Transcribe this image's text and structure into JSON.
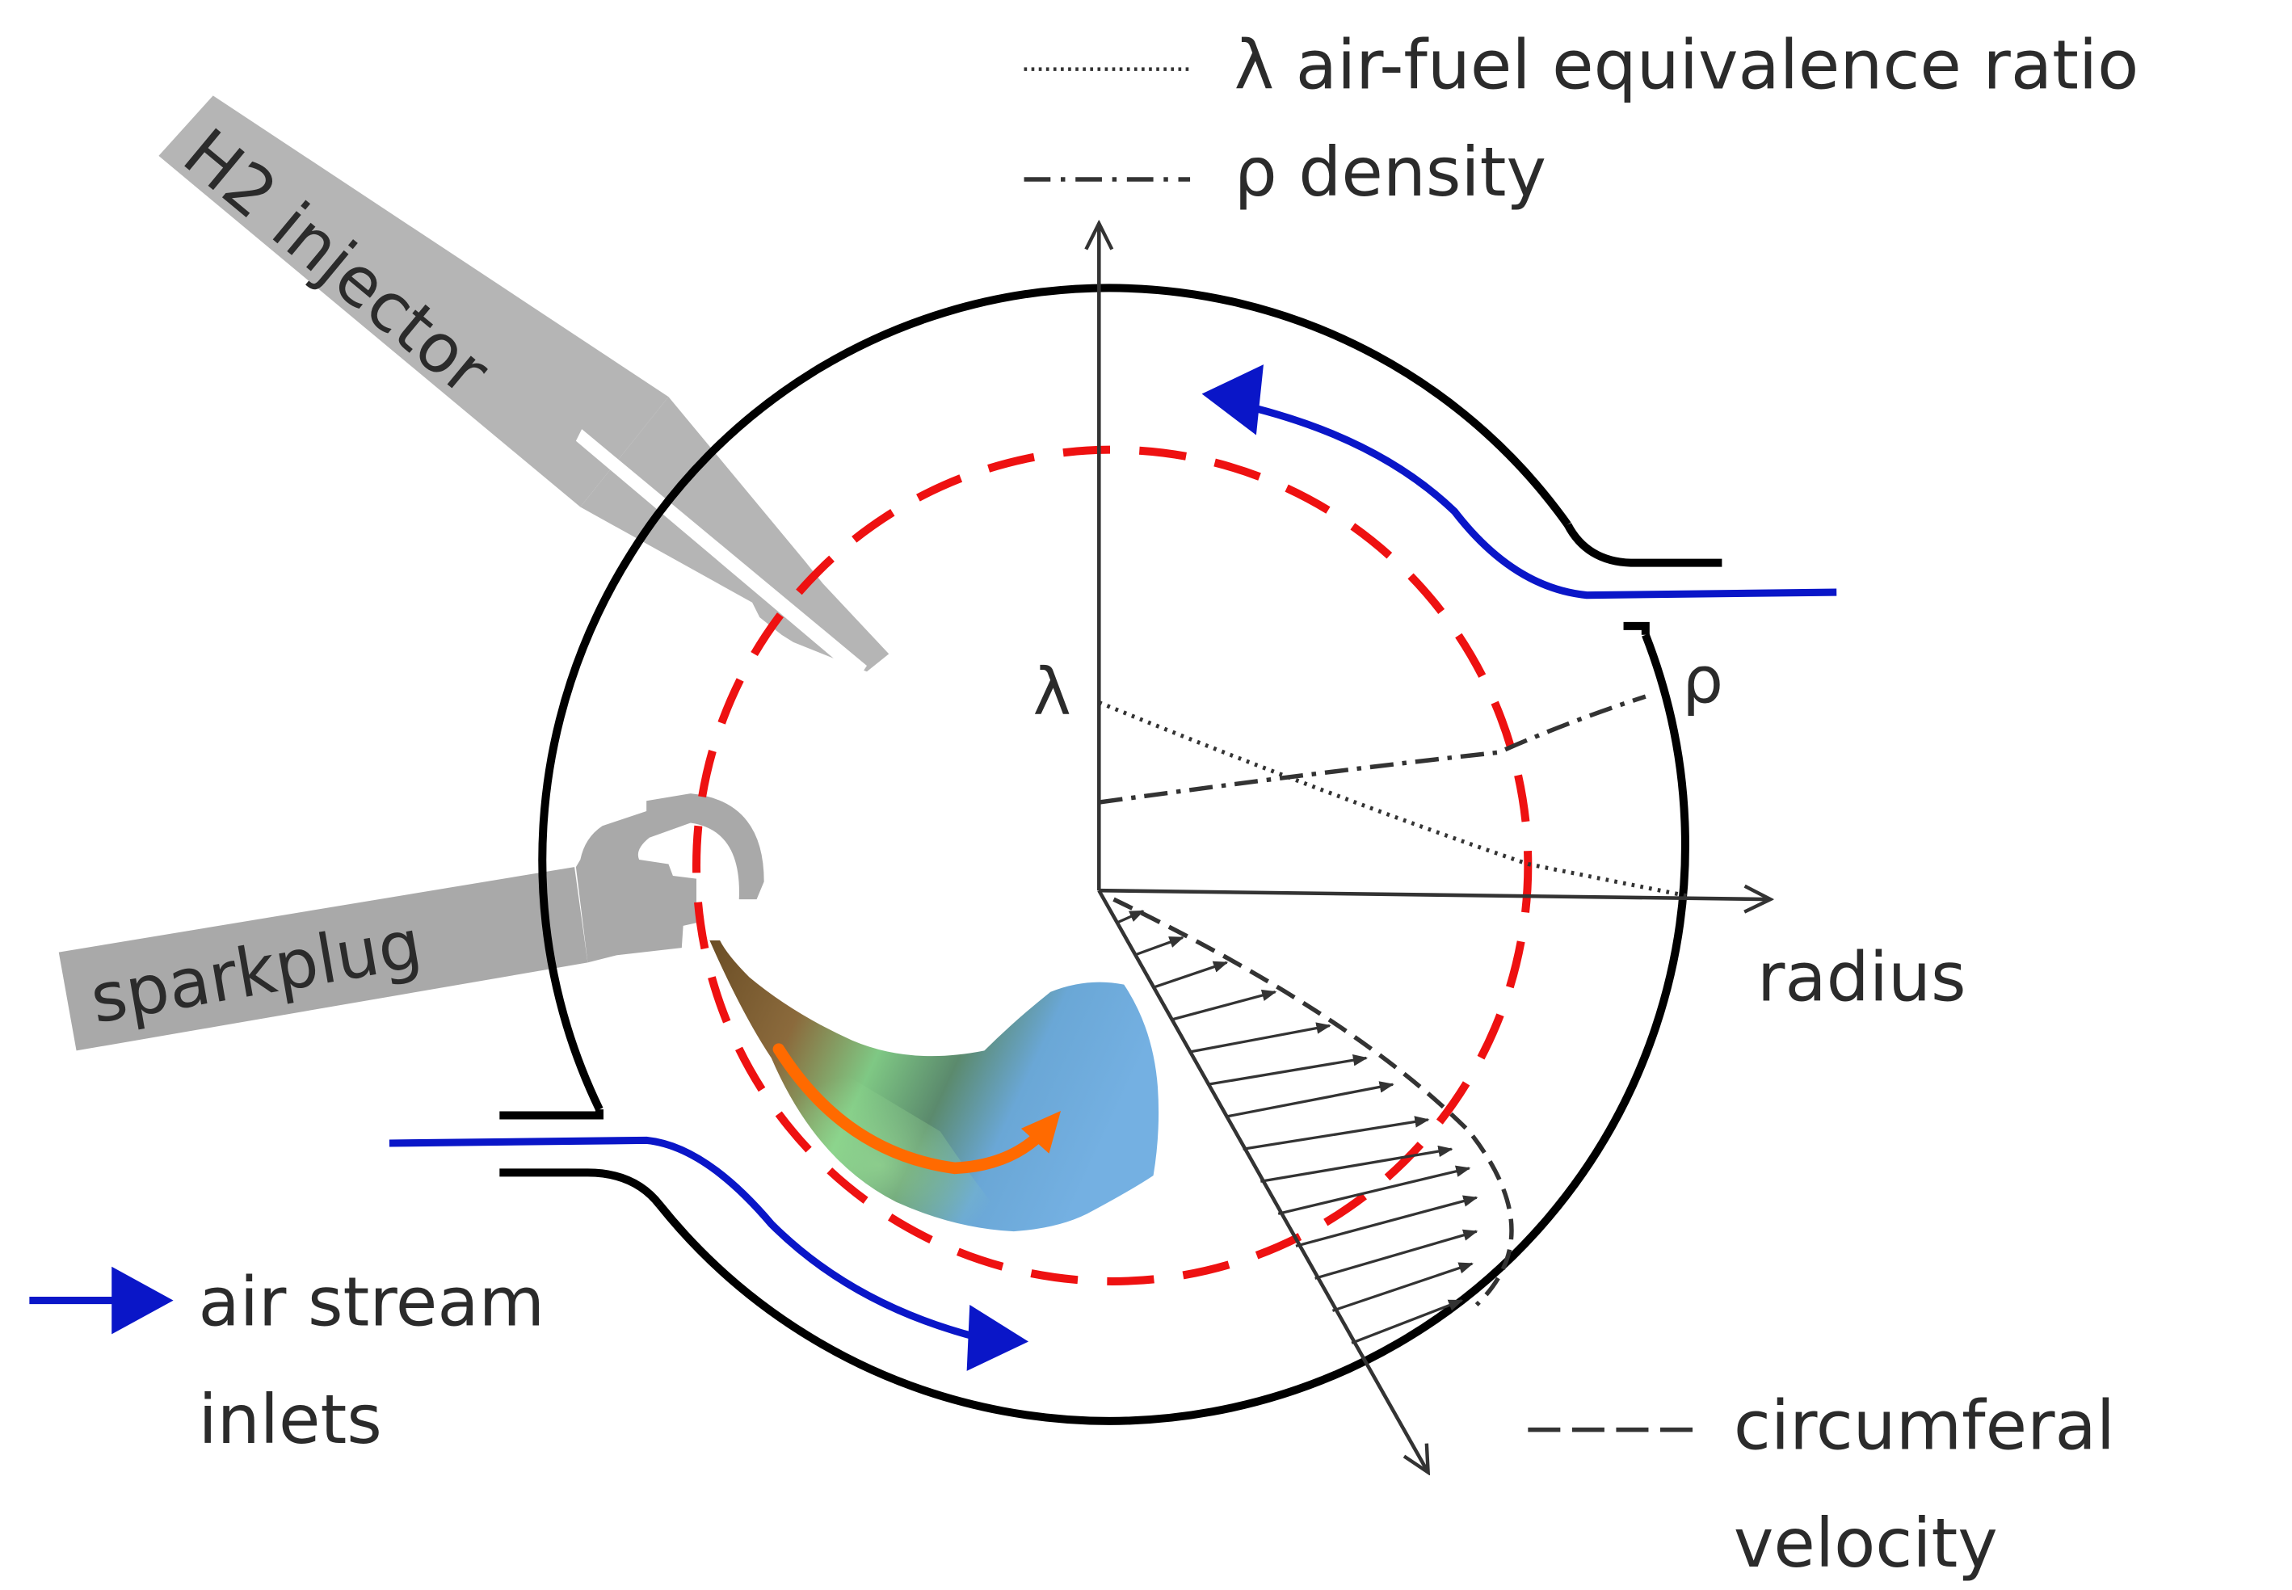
{
  "legend": {
    "lambda_label": "λ air-fuel equivalence ratio",
    "rho_label": "ρ density",
    "air_label_line1": "air stream",
    "air_label_line2": "inlets",
    "velocity_label_line1": "circumferal",
    "velocity_label_line2": "velocity"
  },
  "labels": {
    "injector": "H2 injector",
    "sparkplug": "sparkplug",
    "lambda_axis": "λ",
    "rho_axis": "ρ",
    "radius_axis": "radius"
  },
  "colors": {
    "chamber": "#000000",
    "axis": "#333333",
    "injector": "#b5b5b5",
    "sparkplug": "#a9a9a9",
    "air_stream": "#0a16c8",
    "dashed_circle": "#ee1111",
    "flame_arrow": "#ff6a00"
  }
}
